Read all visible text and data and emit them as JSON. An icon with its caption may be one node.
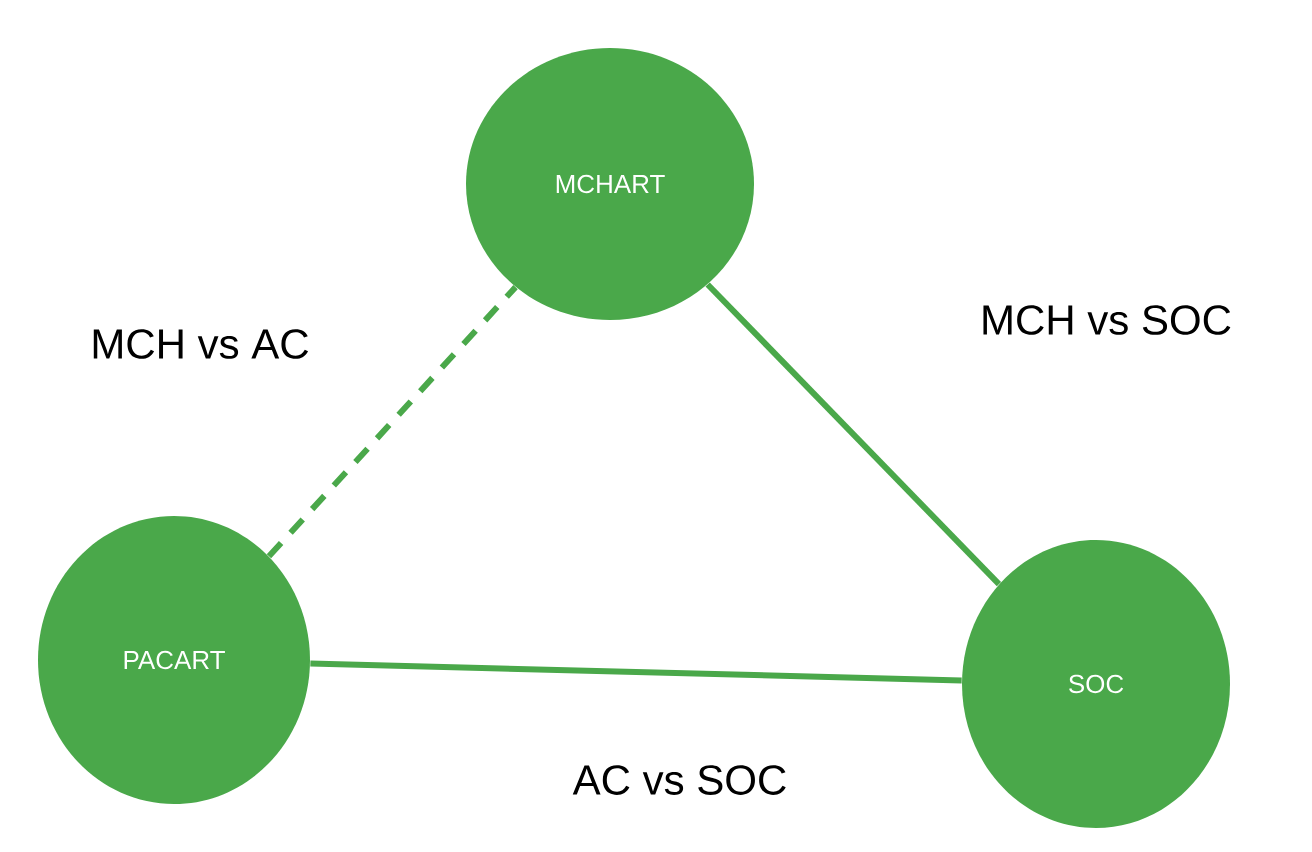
{
  "diagram": {
    "nodes": [
      {
        "text": [
          "MCHART"
        ]
      },
      {
        "text": [
          "PACART"
        ]
      },
      {
        "text": [
          "SOC"
        ]
      }
    ],
    "edges": [
      {
        "from": 1,
        "to": 0,
        "arrow": "none",
        "label": "MCH vs AC",
        "style": "dashed"
      },
      {
        "from": 0,
        "to": 2,
        "arrow": "none",
        "label": "MCH vs SOC"
      },
      {
        "from": 1,
        "to": 2,
        "arrow": "none",
        "label": "AC vs SOC"
      }
    ]
  }
}
